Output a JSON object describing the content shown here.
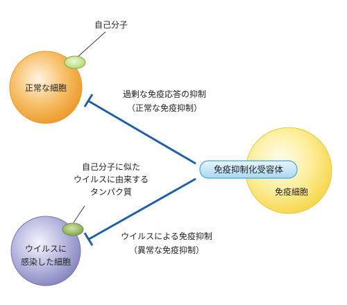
{
  "labels": {
    "self_molecule": "自己分子",
    "normal_cell": "正常な細胞",
    "suppression_line1": "過剰な免疫応答の抑制",
    "suppression_line2": "（正常な免疫抑制）",
    "receptor": "免疫抑制化受容体",
    "immune_cell": "免疫細胞",
    "mimic_line1": "自己分子に似た",
    "mimic_line2": "ウイルスに由来する",
    "mimic_line3": "タンパク質",
    "infected_line1": "ウイルスに",
    "infected_line2": "感染した細胞",
    "virus_suppression_line1": "ウイルスによる免疫抑制",
    "virus_suppression_line2": "（異常な免疫抑制）"
  },
  "colors": {
    "normal_cell_fill": "#f3a63e",
    "immune_cell_fill": "#fbe46a",
    "infected_cell_fill": "#9f9fcf",
    "self_molecule_fill": "#c6e28c",
    "viral_protein_fill": "#9cb96a",
    "receptor_fill": "#bfe3f6",
    "receptor_stroke": "#4aa3d8",
    "inhibition_line": "#1f5fa6"
  }
}
